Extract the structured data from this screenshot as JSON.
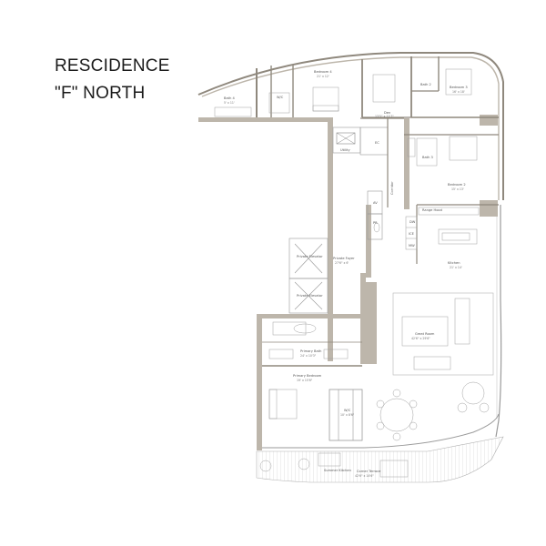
{
  "title": {
    "line1": "RESCIDENCE",
    "line2": "\"F\" NORTH"
  },
  "rooms": {
    "bath4": {
      "name": "Bath 4",
      "dim": "5' x 11'"
    },
    "wic_top": {
      "name": "W/C"
    },
    "bedroom4": {
      "name": "Bedroom 4",
      "dim": "21' x 12'"
    },
    "den": {
      "name": "Den",
      "dim": "13'5\" x 11'7\""
    },
    "bath2": {
      "name": "Bath 2"
    },
    "bedroom3": {
      "name": "Bedroom 3",
      "dim": "16' x 18'"
    },
    "utility": {
      "name": "Utility"
    },
    "ec": {
      "name": "EC"
    },
    "bath3": {
      "name": "Bath 3"
    },
    "bedroom2": {
      "name": "Bedroom 2",
      "dim": "15' x 13'"
    },
    "corridor": {
      "name": "Corridor"
    },
    "av": {
      "name": "AV"
    },
    "pr": {
      "name": "PR"
    },
    "range_hood": {
      "name": "Range Hood"
    },
    "private_foyer": {
      "name": "Private Foyer",
      "dim": "27'6\" x 6'"
    },
    "private_elevator1": {
      "name": "Private Elevator"
    },
    "private_elevator2": {
      "name": "Private Elevator"
    },
    "kitchen": {
      "name": "Kitchen",
      "dim": "21' x 14'"
    },
    "great_room": {
      "name": "Great Room",
      "dim": "42'6\" x 29'6\""
    },
    "primary_bath": {
      "name": "Primary Bath",
      "dim": "24' x 10'3\""
    },
    "primary_bedroom": {
      "name": "Primary Bedroom",
      "dim": "19' x 15'6\""
    },
    "wic_primary": {
      "name": "W/C",
      "dim": "10' x 8'6\""
    },
    "summer_kitchen": {
      "name": "Summer Kitchen"
    },
    "corner_terrace": {
      "name": "Corner Terrace",
      "dim": "42'6\" x 14'6\""
    }
  },
  "appliances": {
    "dw": "DW",
    "ice": "ICE",
    "mw": "MW"
  }
}
